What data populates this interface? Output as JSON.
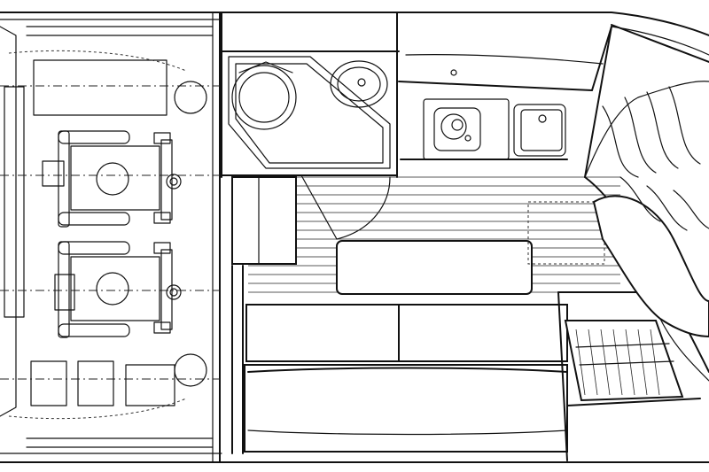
{
  "diagram": {
    "kind": "boat-deck-plan",
    "colors": {
      "line": "#111111",
      "background": "#ffffff"
    },
    "zones": [
      {
        "id": "engine-room",
        "icon": "engine-icon"
      },
      {
        "id": "head",
        "icon": "toilet-icon"
      },
      {
        "id": "galley",
        "icon": "stove-icon"
      },
      {
        "id": "salon",
        "icon": "settee-icon"
      },
      {
        "id": "forward-berth",
        "icon": "bed-icon"
      }
    ]
  }
}
